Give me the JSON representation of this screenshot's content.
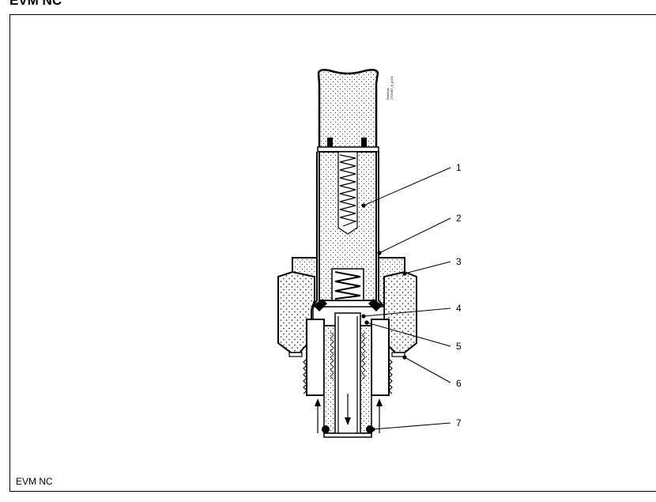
{
  "title": "EVM NC",
  "caption": "EVM NC",
  "stamp": [
    "Danfoss",
    "27G987_8_p102"
  ],
  "callouts": [
    {
      "number": "1"
    },
    {
      "number": "2"
    },
    {
      "number": "3"
    },
    {
      "number": "4"
    },
    {
      "number": "5"
    },
    {
      "number": "6"
    },
    {
      "number": "7"
    }
  ]
}
